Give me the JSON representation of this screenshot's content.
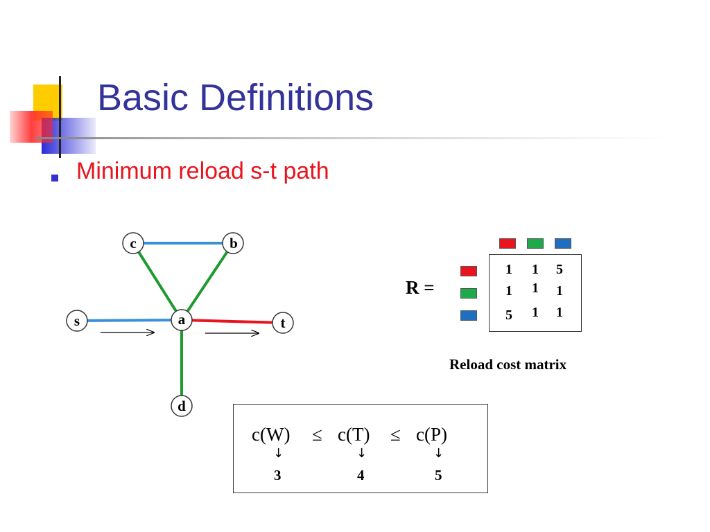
{
  "slide": {
    "title": "Basic Definitions",
    "bullet": "Minimum reload s-t path"
  },
  "graph": {
    "nodes": [
      {
        "id": "c",
        "label": "c"
      },
      {
        "id": "b",
        "label": "b"
      },
      {
        "id": "s",
        "label": "s"
      },
      {
        "id": "a",
        "label": "a"
      },
      {
        "id": "t",
        "label": "t"
      },
      {
        "id": "d",
        "label": "d"
      }
    ],
    "edges": [
      {
        "from": "c",
        "to": "b",
        "color": "#3a8fd8"
      },
      {
        "from": "c",
        "to": "a",
        "color": "#1e9a2e"
      },
      {
        "from": "b",
        "to": "a",
        "color": "#1e9a2e"
      },
      {
        "from": "s",
        "to": "a",
        "color": "#3a8fd8"
      },
      {
        "from": "a",
        "to": "t",
        "color": "#e8141e"
      },
      {
        "from": "a",
        "to": "d",
        "color": "#1e9a2e"
      }
    ]
  },
  "matrix": {
    "label": "R =",
    "colors": {
      "red": "#e8141e",
      "green": "#1eaa4a",
      "blue": "#1e6fc0"
    },
    "rows": [
      [
        "1",
        "1",
        "5"
      ],
      [
        "1",
        "1",
        "1"
      ],
      [
        "5",
        "1",
        "1"
      ]
    ],
    "caption": "Reload cost matrix"
  },
  "inequality": {
    "terms": [
      "c(W)",
      "c(T)",
      "c(P)"
    ],
    "leq": "≤",
    "values": [
      "3",
      "4",
      "5"
    ],
    "arrow": "↓"
  }
}
